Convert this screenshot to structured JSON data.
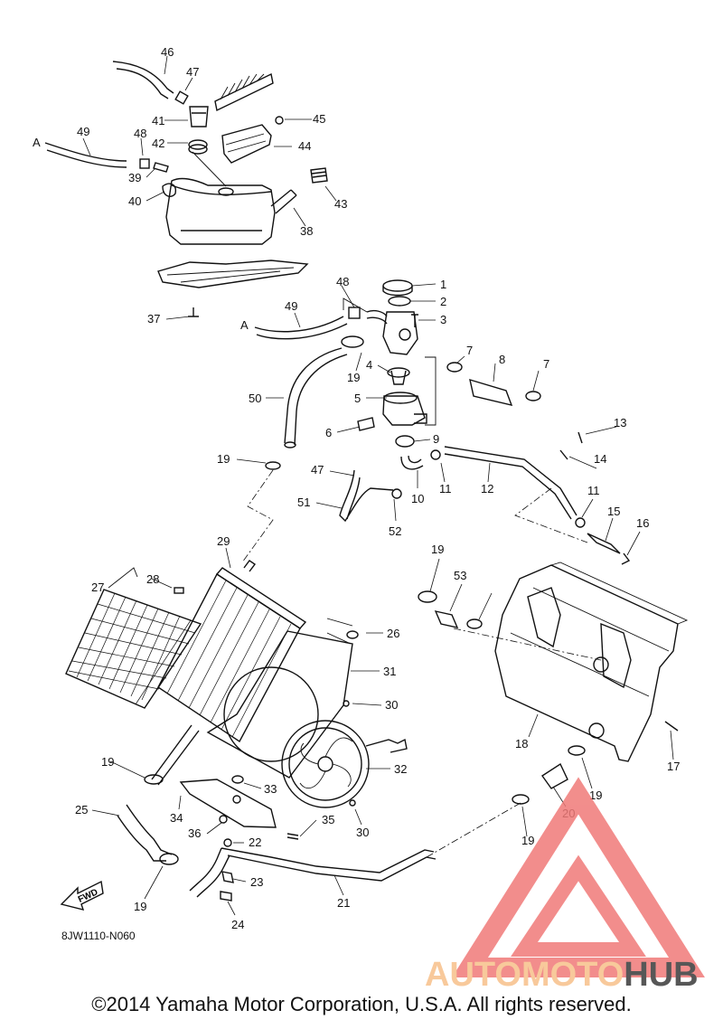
{
  "diagram": {
    "figure_code": "8JW1110-N060",
    "copyright": "©2014 Yamaha Motor Corporation, U.S.A. All rights reserved.",
    "direction_label": "FWD",
    "hose_end_marker": "A",
    "callouts": [
      "1",
      "2",
      "3",
      "4",
      "5",
      "6",
      "7",
      "8",
      "9",
      "10",
      "11",
      "12",
      "13",
      "14",
      "15",
      "16",
      "17",
      "18",
      "19",
      "20",
      "21",
      "22",
      "23",
      "24",
      "25",
      "26",
      "27",
      "28",
      "29",
      "30",
      "31",
      "32",
      "33",
      "34",
      "35",
      "36",
      "37",
      "38",
      "39",
      "40",
      "41",
      "42",
      "43",
      "44",
      "45",
      "46",
      "47",
      "48",
      "49",
      "50",
      "51",
      "52",
      "53"
    ]
  },
  "watermark": {
    "brand_part1": "AUTOMOTO",
    "brand_part2": "HUB",
    "color_primary": "#f07a78",
    "color_secondary": "#f7c08a",
    "color_dark": "#3a3a3a"
  }
}
